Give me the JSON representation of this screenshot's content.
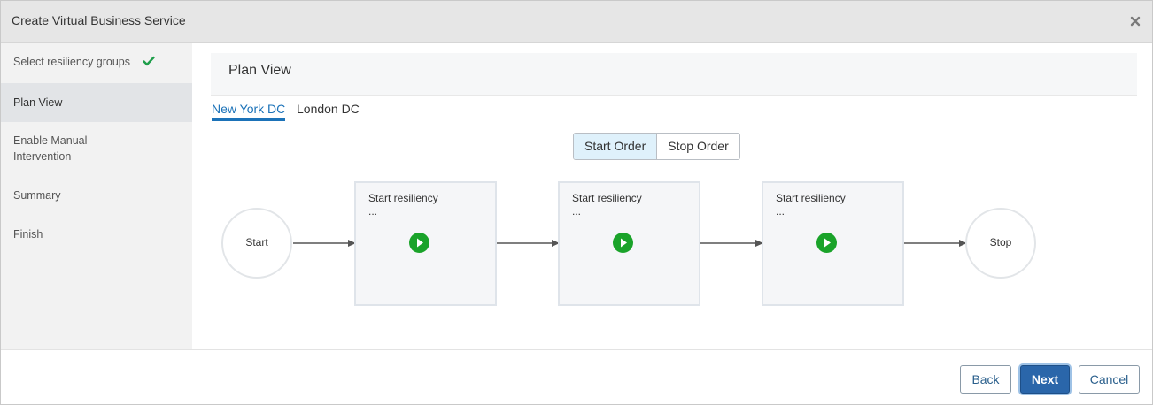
{
  "dialog": {
    "title": "Create Virtual Business Service",
    "close_icon": "close-icon"
  },
  "sidebar": {
    "steps": [
      {
        "label": "Select resiliency groups",
        "completed": true
      },
      {
        "label": "Plan View",
        "active": true
      },
      {
        "label": "Enable Manual Intervention"
      },
      {
        "label": "Summary"
      },
      {
        "label": "Finish"
      }
    ],
    "check_color": "#1e9e4a"
  },
  "main": {
    "section_title": "Plan View",
    "tabs": [
      {
        "label": "New York DC",
        "active": true
      },
      {
        "label": "London DC"
      }
    ],
    "order_toggle": {
      "options": [
        "Start Order",
        "Stop Order"
      ],
      "selected": "Start Order"
    },
    "flow": {
      "start_label": "Start",
      "stop_label": "Stop",
      "steps": [
        {
          "label": "Start resiliency ...",
          "icon": "play-icon"
        },
        {
          "label": "Start resiliency ...",
          "icon": "play-icon"
        },
        {
          "label": "Start resiliency ...",
          "icon": "play-icon"
        }
      ],
      "play_color": "#1aa32a"
    }
  },
  "footer": {
    "back_label": "Back",
    "next_label": "Next",
    "cancel_label": "Cancel"
  }
}
